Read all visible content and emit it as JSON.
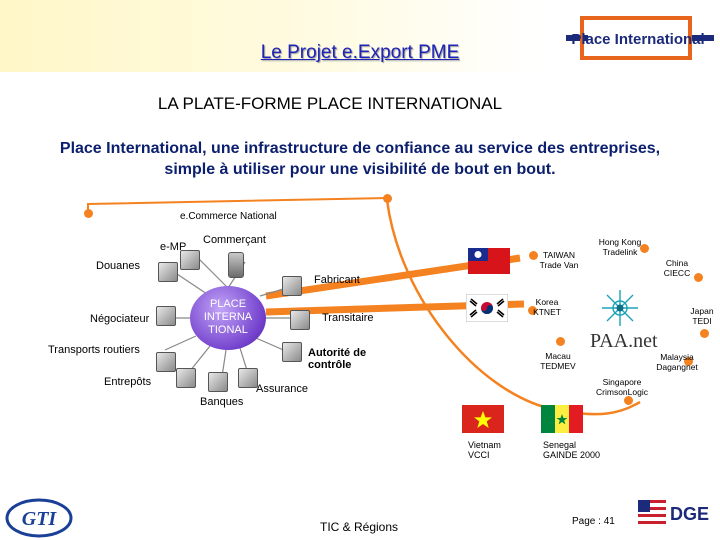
{
  "header": {
    "title": "Le Projet e.Export PME",
    "logo_text": "Place International"
  },
  "platform_title": "LA PLATE-FORME PLACE INTERNATIONAL",
  "lead": "Place International, une infrastructure de confiance au service des entreprises, simple à utiliser pour une visibilité de bout en bout.",
  "hub": {
    "line1": "PLACE",
    "line2": "INTERNA",
    "line3": "TIONAL"
  },
  "national": {
    "title": "e.Commerce National",
    "emp": "e-MP",
    "commercant": "Commerçant",
    "douanes": "Douanes",
    "fabricant": "Fabricant",
    "negociateur": "Négociateur",
    "transitaire": "Transitaire",
    "transports": "Transports routiers",
    "autorite": "Autorité de contrôle",
    "entrepots": "Entrepôts",
    "assurance": "Assurance",
    "banques": "Banques"
  },
  "partners": {
    "taiwan": "TAIWAN Trade Van",
    "hongkong": "Hong Kong Tradelink",
    "china": "China CIECC",
    "korea": "Korea KTNET",
    "japan": "Japan TEDI",
    "paa_logo": "PAA.net",
    "macau": "Macau TEDMEV",
    "malaysia": "Malaysia Dagangnet",
    "singapore": "Singapore CrimsonLogic",
    "vietnam": "Vietnam VCCI",
    "senegal": "Senegal GAINDE 2000"
  },
  "footer": {
    "center": "TIC & Régions",
    "page": "Page : 41",
    "left_logo": "GTI",
    "right_logo": "DGE"
  },
  "colors": {
    "title_blue": "#1f24b8",
    "lead_navy": "#0b1f6e",
    "hub_purple": "#7240cc",
    "link_orange": "#f58220"
  }
}
